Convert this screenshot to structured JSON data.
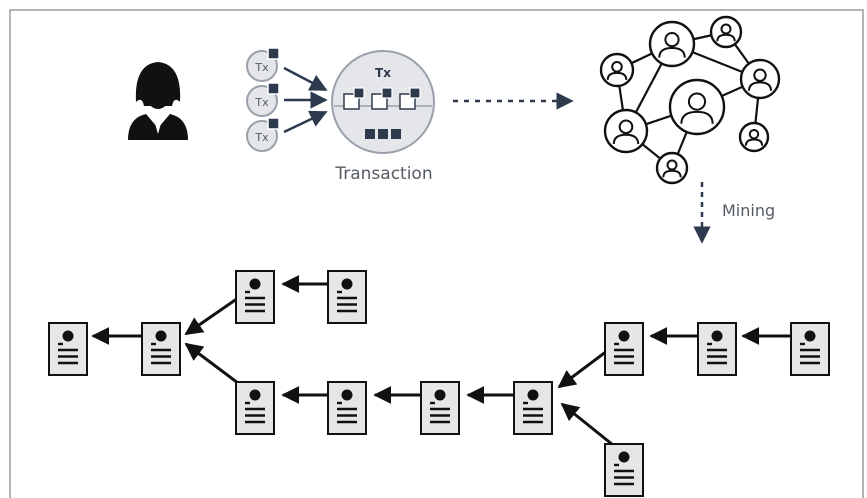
{
  "labels": {
    "tx": "Tx",
    "transaction": "Transaction",
    "mining": "Mining"
  },
  "colors": {
    "frame": "#9a9a9a",
    "ink": "#111111",
    "navy": "#2d3a4d",
    "circle_fill": "#e4e6ea",
    "circle_stroke": "#9aa1aa",
    "doc_fill": "#e6e6e6",
    "label": "#555b63"
  },
  "icons": {
    "user": "user-silhouette-icon",
    "network_node": "person-node-icon",
    "block": "block-document-icon"
  }
}
